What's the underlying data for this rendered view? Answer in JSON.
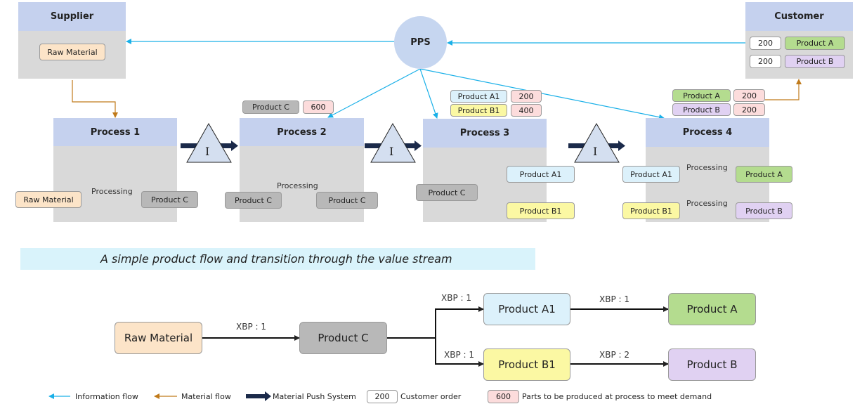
{
  "supplier": {
    "title": "Supplier",
    "item": "Raw Material"
  },
  "customer": {
    "title": "Customer",
    "orders": [
      {
        "qty": "200",
        "product": "Product A"
      },
      {
        "qty": "200",
        "product": "Product B"
      }
    ]
  },
  "pps": {
    "label": "PPS"
  },
  "inventory_symbol": "I",
  "processes": [
    {
      "title": "Process 1",
      "input": "Raw Material",
      "verb": "Processing",
      "output": "Product C"
    },
    {
      "title": "Process 2",
      "input": "Product C",
      "verb": "Processing",
      "output": "Product C",
      "demand": [
        {
          "product": "Product C",
          "qty": "600"
        }
      ]
    },
    {
      "title": "Process 3",
      "input": "Product C",
      "outputs": [
        "Product A1",
        "Product B1"
      ],
      "demand": [
        {
          "product": "Product A1",
          "qty": "200"
        },
        {
          "product": "Product B1",
          "qty": "400"
        }
      ]
    },
    {
      "title": "Process 4",
      "rows": [
        {
          "input": "Product A1",
          "verb": "Processing",
          "output": "Product A"
        },
        {
          "input": "Product B1",
          "verb": "Processing",
          "output": "Product B"
        }
      ],
      "demand": [
        {
          "product": "Product A",
          "qty": "200"
        },
        {
          "product": "Product B",
          "qty": "200"
        }
      ]
    }
  ],
  "caption": "A simple product flow and transition through the value stream",
  "flow": {
    "nodes": {
      "raw": "Raw Material",
      "c": "Product C",
      "a1": "Product A1",
      "b1": "Product B1",
      "a": "Product A",
      "b": "Product B"
    },
    "edges": {
      "raw_c": "XBP : 1",
      "c_a1": "XBP : 1",
      "c_b1": "XBP : 1",
      "a1_a": "XBP : 1",
      "b1_b": "XBP : 2"
    }
  },
  "legend": {
    "info": "Information flow",
    "material": "Material flow",
    "push": "Material Push System",
    "order_qty": "200",
    "order_label": "Customer order",
    "parts_qty": "600",
    "parts_label": "Parts to be produced at process to meet demand"
  },
  "colors": {
    "info_line": "#1ab0e8",
    "material_line": "#c07a1a",
    "push_arrow": "#1b2a4a",
    "header": "#c5d1ee",
    "body": "#d9d9d9"
  }
}
